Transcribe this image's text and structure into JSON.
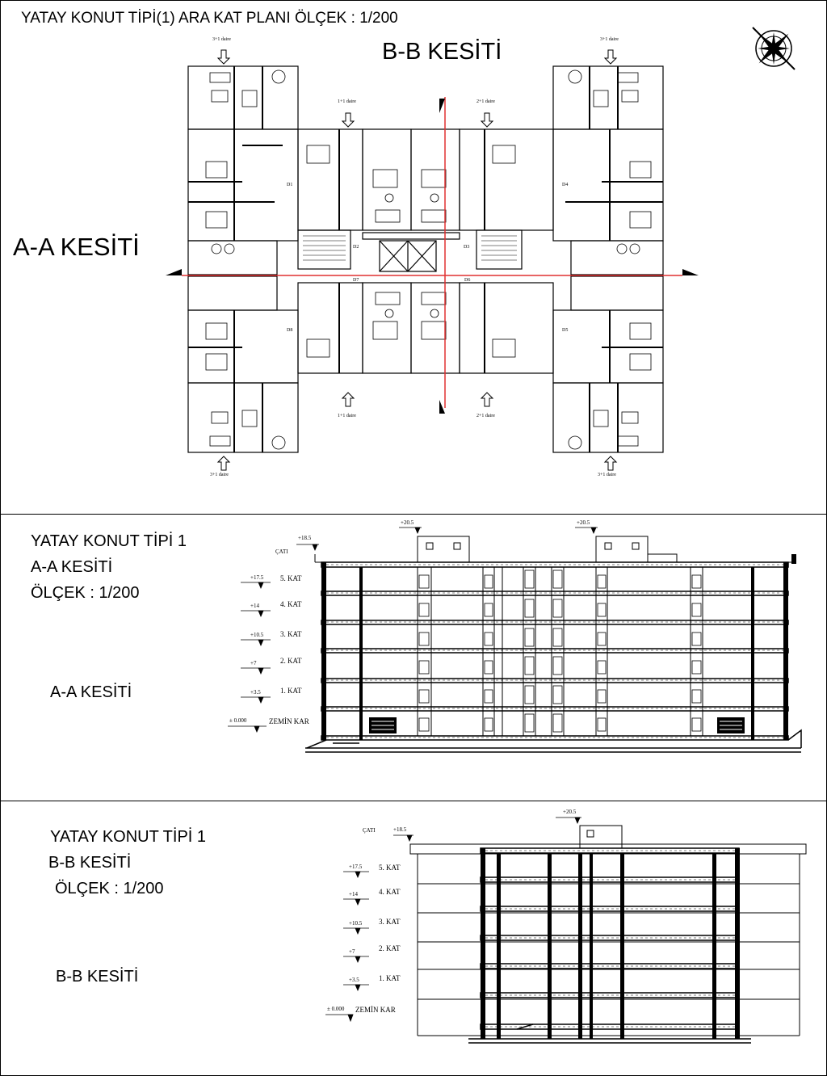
{
  "plan": {
    "title": "YATAY KONUT TİPİ(1) ARA KAT PLANI ÖLÇEK : 1/200",
    "bb_label": "B-B KESİTİ",
    "aa_label": "A-A KESİTİ",
    "units": [
      "3+1 daire",
      "1+1 daire",
      "2+1 daire",
      "3+1 daire",
      "3+1 daire",
      "1+1 daire",
      "2+1 daire",
      "3+1 daire"
    ],
    "doors": [
      "D1",
      "D2",
      "D3",
      "D4",
      "D5",
      "D6",
      "D7",
      "D8"
    ]
  },
  "section_aa": {
    "title_lines": [
      "YATAY KONUT TİPİ 1",
      "A-A KESİTİ",
      "ÖLÇEK : 1/200"
    ],
    "caption": "A-A KESİTİ",
    "roof_label": "ÇATI",
    "roof_level": "+18.5",
    "top_levels": [
      "+20.5",
      "+20.5"
    ],
    "floors": [
      {
        "level": "+17.5",
        "name": "5. KAT"
      },
      {
        "level": "+14",
        "name": "4. KAT"
      },
      {
        "level": "+10.5",
        "name": "3. KAT"
      },
      {
        "level": "+7",
        "name": "2. KAT"
      },
      {
        "level": "+3.5",
        "name": "1. KAT"
      },
      {
        "level": "± 0.000",
        "name": "ZEMİN KAR"
      }
    ]
  },
  "section_bb": {
    "title_lines": [
      "YATAY KONUT TİPİ 1",
      "B-B KESİTİ",
      "ÖLÇEK : 1/200"
    ],
    "caption": "B-B KESİTİ",
    "roof_label": "ÇATI",
    "roof_level": "+18.5",
    "top_level": "+20.5",
    "floors": [
      {
        "level": "+17.5",
        "name": "5. KAT"
      },
      {
        "level": "+14",
        "name": "4. KAT"
      },
      {
        "level": "+10.5",
        "name": "3. KAT"
      },
      {
        "level": "+7",
        "name": "2. KAT"
      },
      {
        "level": "+3.5",
        "name": "1. KAT"
      },
      {
        "level": "± 0.000",
        "name": "ZEMİN KAR"
      }
    ]
  },
  "colors": {
    "section_line": "#e03030",
    "ink": "#000000"
  }
}
